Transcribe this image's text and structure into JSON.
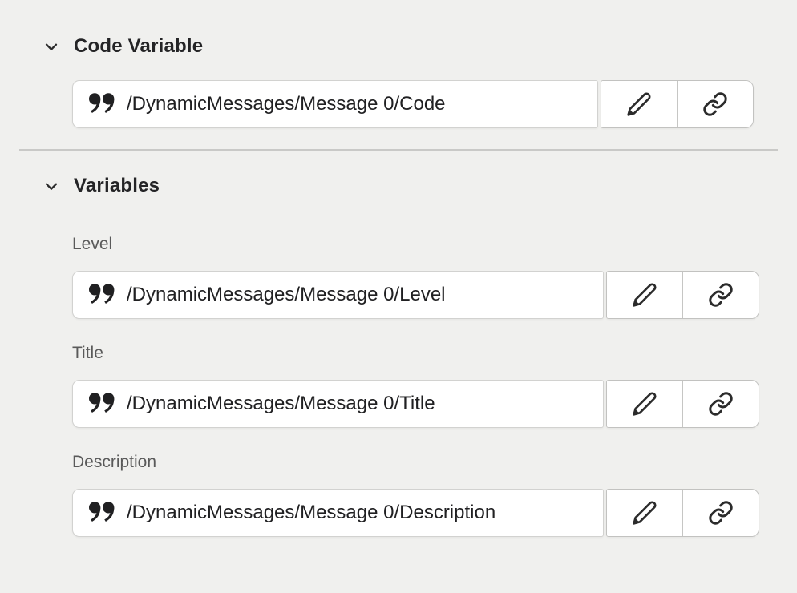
{
  "sections": {
    "code": {
      "title": "Code Variable",
      "fields": [
        {
          "value": "/DynamicMessages/Message 0/Code"
        }
      ]
    },
    "variables": {
      "title": "Variables",
      "fields": [
        {
          "label": "Level",
          "value": "/DynamicMessages/Message 0/Level"
        },
        {
          "label": "Title",
          "value": "/DynamicMessages/Message 0/Title"
        },
        {
          "label": "Description",
          "value": "/DynamicMessages/Message 0/Description"
        }
      ]
    }
  },
  "icons": {
    "section_collapse": "chevron-down",
    "binding_type": "double-quotes",
    "edit_action": "pencil",
    "link_action": "chain-link"
  },
  "colors": {
    "background": "#f0f0ee",
    "surface": "#ffffff",
    "input_border": "#d2d2d0",
    "group_border": "#c2c2c0",
    "divider": "#c9c9c7",
    "text_primary": "#202022",
    "text_secondary": "#5a5a5a",
    "icon": "#2b2b2b"
  }
}
